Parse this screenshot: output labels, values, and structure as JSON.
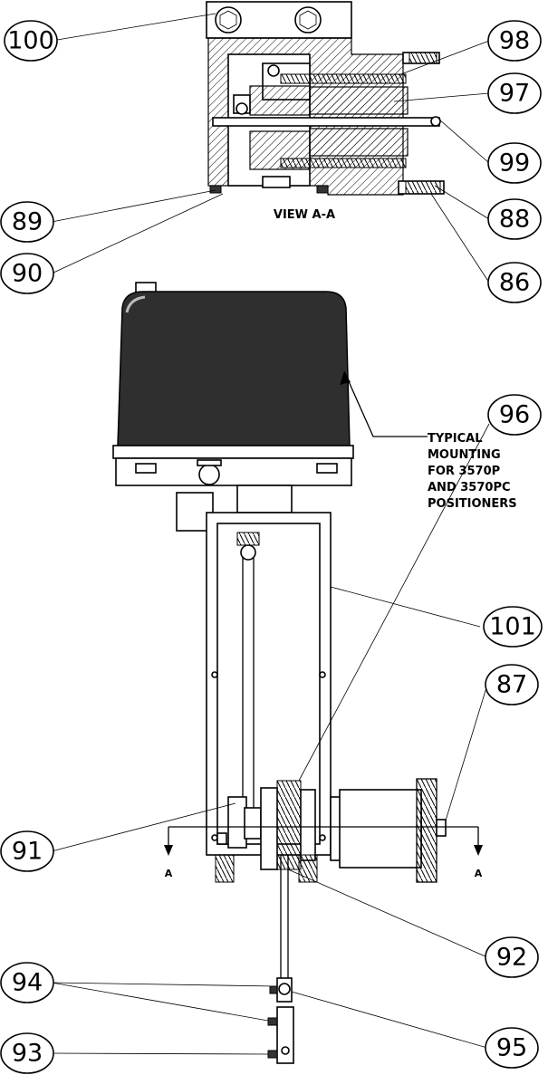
{
  "view_label": "VIEW A-A",
  "note_lines": [
    "TYPICAL",
    "MOUNTING",
    "FOR 3570P",
    "AND 3570PC",
    "POSITIONERS"
  ],
  "section_marker": "A",
  "callouts": {
    "c100": "100",
    "c98": "98",
    "c97": "97",
    "c99": "99",
    "c89": "89",
    "c88": "88",
    "c90": "90",
    "c86": "86",
    "c101": "101",
    "c96": "96",
    "c87": "87",
    "c91": "91",
    "c92": "92",
    "c94": "94",
    "c93": "93",
    "c95": "95"
  }
}
